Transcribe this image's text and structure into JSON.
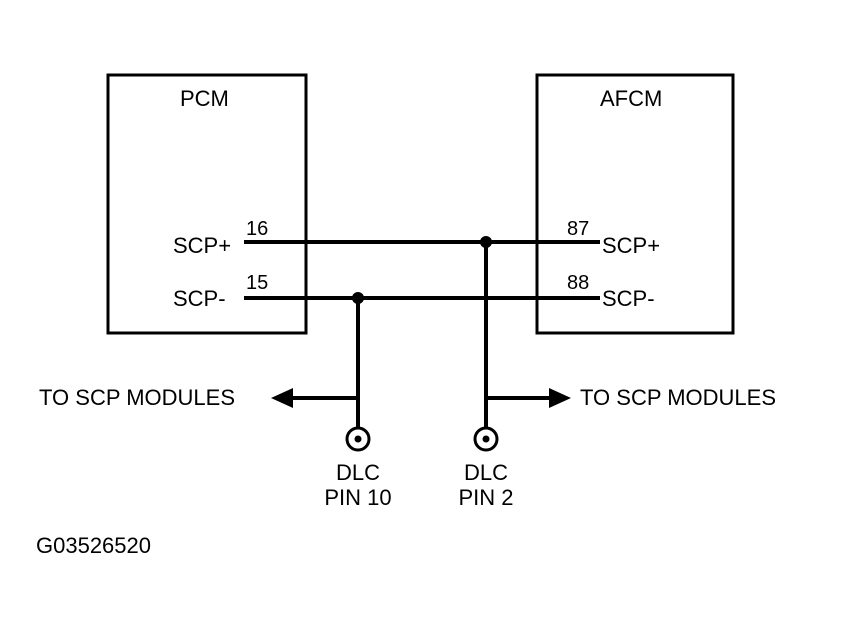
{
  "modules": {
    "pcm": {
      "title": "PCM",
      "scp_plus_label": "SCP+",
      "scp_plus_pin": "16",
      "scp_minus_label": "SCP-",
      "scp_minus_pin": "15"
    },
    "afcm": {
      "title": "AFCM",
      "scp_plus_label": "SCP+",
      "scp_plus_pin": "87",
      "scp_minus_label": "SCP-",
      "scp_minus_pin": "88"
    }
  },
  "branches": {
    "left_label": "TO SCP MODULES",
    "right_label": "TO SCP MODULES"
  },
  "connectors": {
    "dlc_pin10": {
      "line1": "DLC",
      "line2": "PIN 10"
    },
    "dlc_pin2": {
      "line1": "DLC",
      "line2": "PIN 2"
    }
  },
  "figure_id": "G03526520",
  "colors": {
    "ink": "#000000",
    "background": "#ffffff"
  }
}
